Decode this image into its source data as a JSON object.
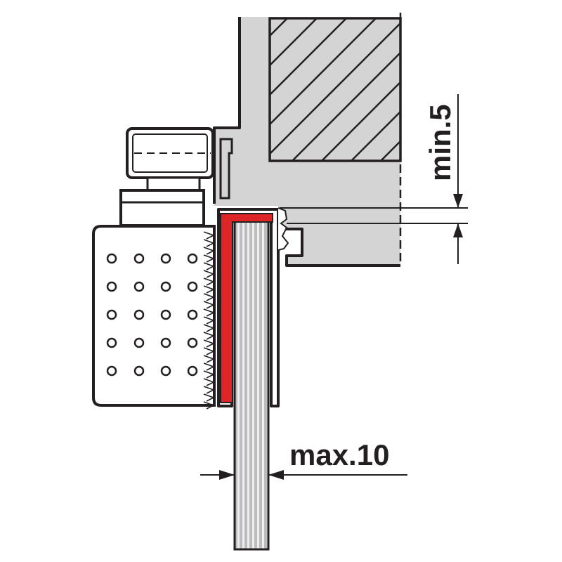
{
  "dimensions": {
    "top_label": "min.5",
    "bottom_label": "max.10"
  },
  "colors": {
    "frame_gray": "#d4d4d5",
    "outline": "#231f20",
    "gasket_red": "#e02529",
    "glass_stripe": "#bcbcbe",
    "glass_stripe_alt": "#eeeeee",
    "background": "#ffffff"
  },
  "icons": {
    "housing_holes": "circle-outline"
  }
}
